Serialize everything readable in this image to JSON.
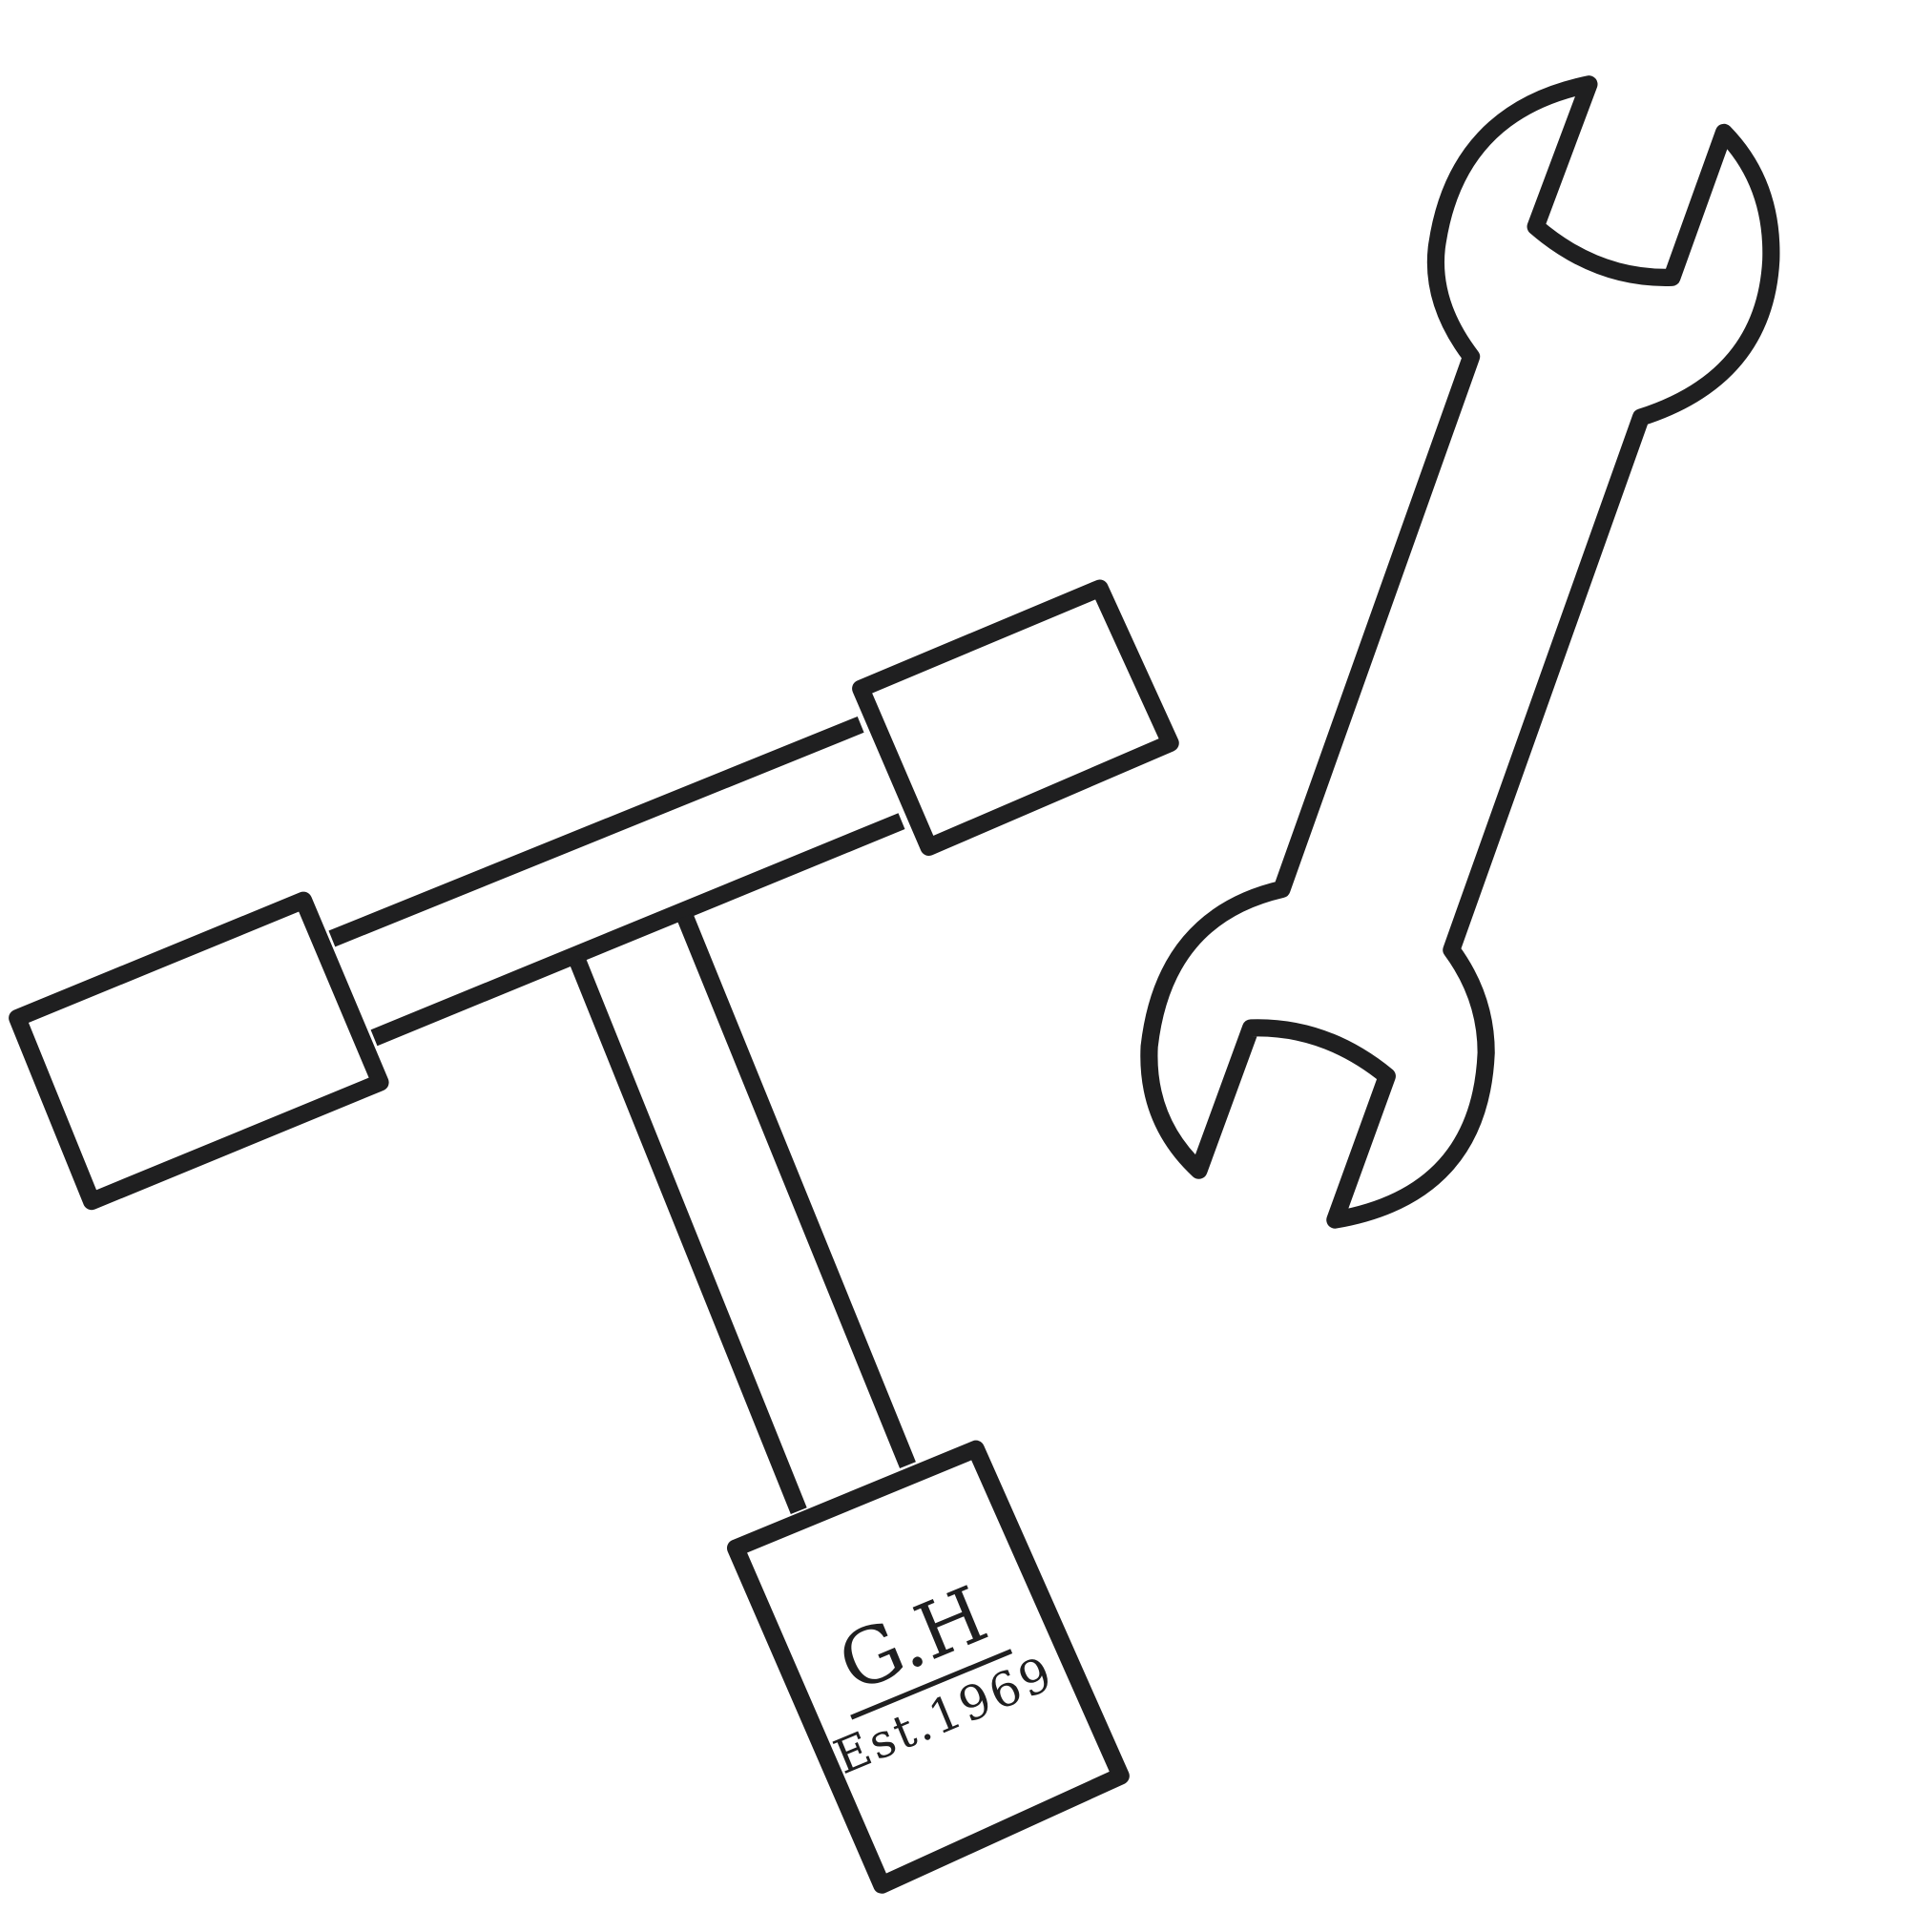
{
  "illustration": {
    "subject": "tools",
    "stroke_color": "#1f1f20",
    "background_color": "#ffffff",
    "logo": {
      "initials": "G.H",
      "established": "Est.1969"
    }
  }
}
